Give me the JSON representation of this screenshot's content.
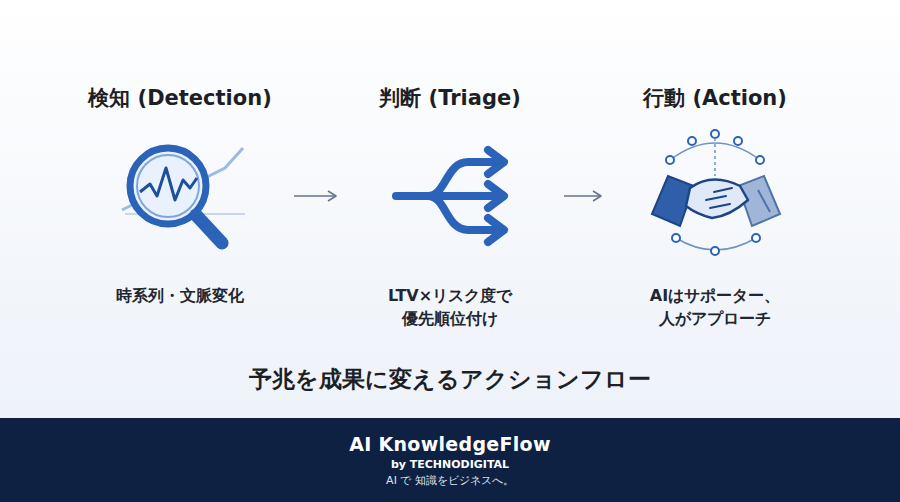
{
  "diagram": {
    "caption": "予兆を成果に変えるアクションフロー",
    "nodes": [
      {
        "text": [
          "検知 (Detection)",
          "時系列・文脈変化"
        ]
      },
      {
        "text": [
          "判断 (Triage)",
          "LTV×リスク度で 優先順位付け"
        ]
      },
      {
        "text": [
          "行動 (Action)",
          "AIはサポーター、 人がアプローチ"
        ]
      },
      {
        "text": [
          "AI KnowledgeFlow",
          "by TECHNODIGITAL",
          "AI で 知識をビジネスへ。"
        ]
      }
    ],
    "edges": [
      {
        "from": 0,
        "to": 1,
        "arrow": "to"
      },
      {
        "from": 1,
        "to": 2,
        "arrow": "to"
      }
    ]
  }
}
